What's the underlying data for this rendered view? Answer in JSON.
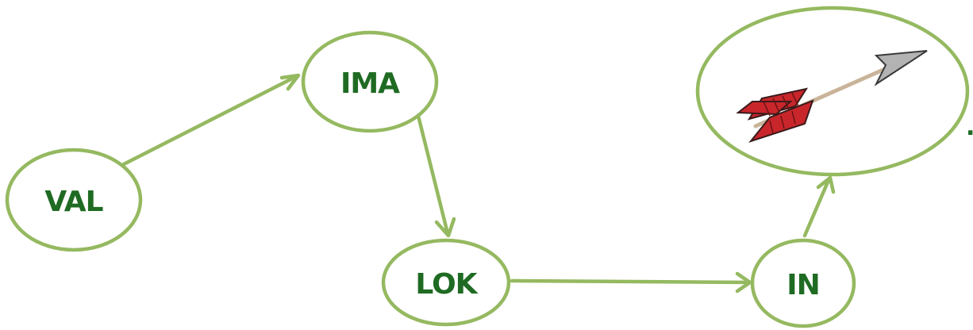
{
  "diagram": {
    "colors": {
      "outline": "#95b960",
      "label": "#1f6b23",
      "arrow_feather": "#c8262b",
      "arrow_shaft": "#c9b49a",
      "arrow_tip": "#b3b3b3"
    },
    "nodes": [
      {
        "id": "val",
        "label": "VAL"
      },
      {
        "id": "ima",
        "label": "IMA"
      },
      {
        "id": "lok",
        "label": "LOK"
      },
      {
        "id": "in",
        "label": "IN"
      },
      {
        "id": "goal",
        "label": "",
        "icon": "arrow-icon"
      }
    ],
    "edges": [
      {
        "from": "val",
        "to": "ima"
      },
      {
        "from": "ima",
        "to": "lok"
      },
      {
        "from": "lok",
        "to": "in"
      },
      {
        "from": "in",
        "to": "goal"
      }
    ],
    "trailing_mark": "."
  }
}
